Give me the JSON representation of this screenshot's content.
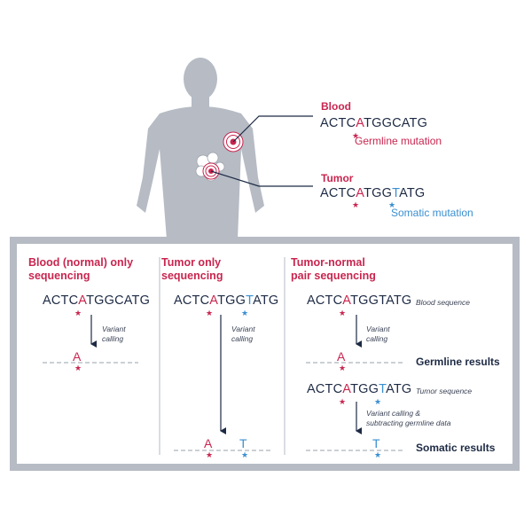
{
  "colors": {
    "body_silhouette": "#b6bbc4",
    "panel_border": "#b6bbc4",
    "germline_red": "#c8264f",
    "somatic_blue": "#3a8fd0",
    "text_dark": "#1d2a44"
  },
  "body_callouts": {
    "blood": {
      "label": "Blood",
      "seq_pre": "ACTC",
      "seq_mut": "A",
      "seq_post": "TGGCATG",
      "mutation_label": "Germline mutation"
    },
    "tumor": {
      "label": "Tumor",
      "seq_pre": "ACTC",
      "seq_mut1": "A",
      "seq_mid": "TGG",
      "seq_mut2": "T",
      "seq_post": "ATG",
      "mutation_label": "Somatic mutation"
    }
  },
  "columns": {
    "blood_only": {
      "header_line1": "Blood (normal) only",
      "header_line2": "sequencing",
      "seq_pre": "ACTC",
      "seq_mut": "A",
      "seq_post": "TGGCATG",
      "note_line1": "Variant",
      "note_line2": "calling",
      "result_letter": "A"
    },
    "tumor_only": {
      "header_line1": "Tumor only",
      "header_line2": "sequencing",
      "seq_pre": "ACTC",
      "seq_mut1": "A",
      "seq_mid": "TGG",
      "seq_mut2": "T",
      "seq_post": "ATG",
      "note_line1": "Variant",
      "note_line2": "calling",
      "result_letter1": "A",
      "result_letter2": "T"
    },
    "pair": {
      "header_line1": "Tumor-normal",
      "header_line2": "pair sequencing",
      "seq1_pre": "ACTC",
      "seq1_mut": "A",
      "seq1_post": "TGGTATG",
      "seq1_note": "Blood sequence",
      "note1_line1": "Variant",
      "note1_line2": "calling",
      "result1_letter": "A",
      "germline_results": "Germline results",
      "seq2_pre": "ACTC",
      "seq2_mut1": "A",
      "seq2_mid": "TGG",
      "seq2_mut2": "T",
      "seq2_post": "ATG",
      "seq2_note": "Tumor sequence",
      "note2_line1": "Variant calling &",
      "note2_line2": "subtracting germline data",
      "result2_letter": "T",
      "somatic_results": "Somatic results"
    }
  }
}
